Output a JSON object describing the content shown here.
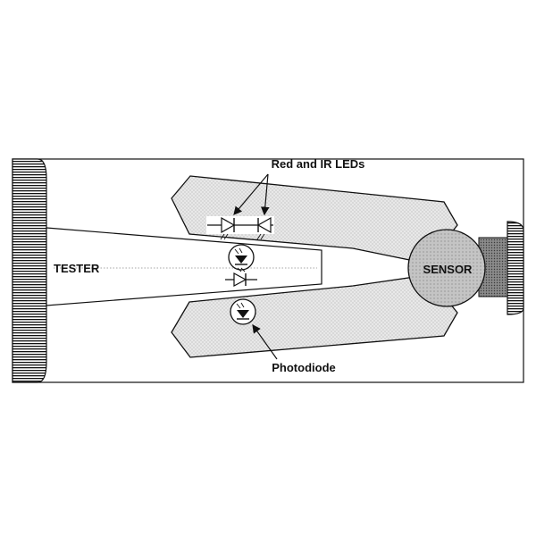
{
  "diagram": {
    "labels": {
      "leds": "Red and IR LEDs",
      "tester": "TESTER",
      "sensor": "SENSOR",
      "photodiode": "Photodiode"
    },
    "colors": {
      "stroke": "#111111",
      "finger_fill": "#e6e6e6",
      "sensor_fill": "#bdbdbd",
      "connector_fill": "#8a8a8a",
      "background": "#ffffff"
    }
  }
}
